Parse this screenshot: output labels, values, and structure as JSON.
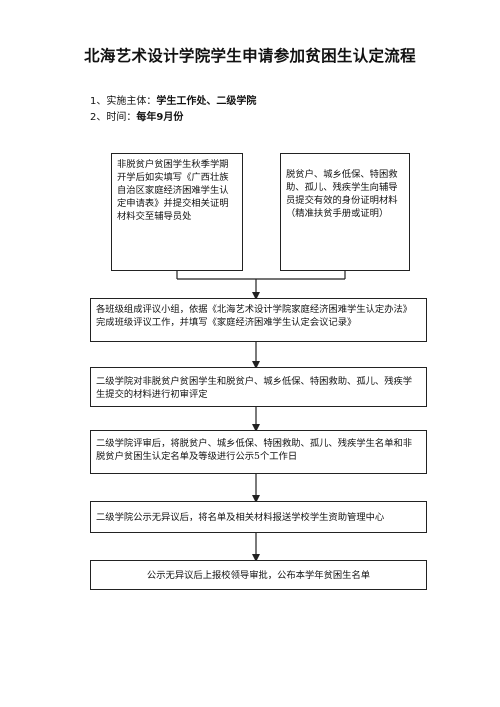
{
  "document": {
    "title": "北海艺术设计学院学生申请参加贫困生认定流程",
    "info": [
      {
        "label": "1、实施主体：",
        "value": "学生工作处、二级学院"
      },
      {
        "label": "2、时间：",
        "value": "每年9月份"
      }
    ]
  },
  "flow": {
    "step_a": "非脱贫户贫困学生秋季学期开学后如实填写《广西壮族自治区家庭经济困难学生认定申请表》并提交相关证明材料交至辅导员处",
    "step_b": "脱贫户、城乡低保、特困救助、孤儿、残疾学生向辅导员提交有效的身份证明材料（精准扶贫手册或证明）",
    "step_c": "各班级组成评议小组，依据《北海艺术设计学院家庭经济困难学生认定办法》完成班级评议工作，并填写《家庭经济困难学生认定会议记录》",
    "step_d": "二级学院对非脱贫户贫困学生和脱贫户、城乡低保、特困救助、孤儿、残疾学生提交的材料进行初审评定",
    "step_e": "二级学院评审后，将脱贫户、城乡低保、特困救助、孤儿、残疾学生名单和非脱贫户贫困生认定名单及等级进行公示5个工作日",
    "step_f": "二级学院公示无异议后，将名单及相关材料报送学校学生资助管理中心",
    "step_g": "公示无异议后上报校领导审批，公布本学年贫困生名单"
  }
}
